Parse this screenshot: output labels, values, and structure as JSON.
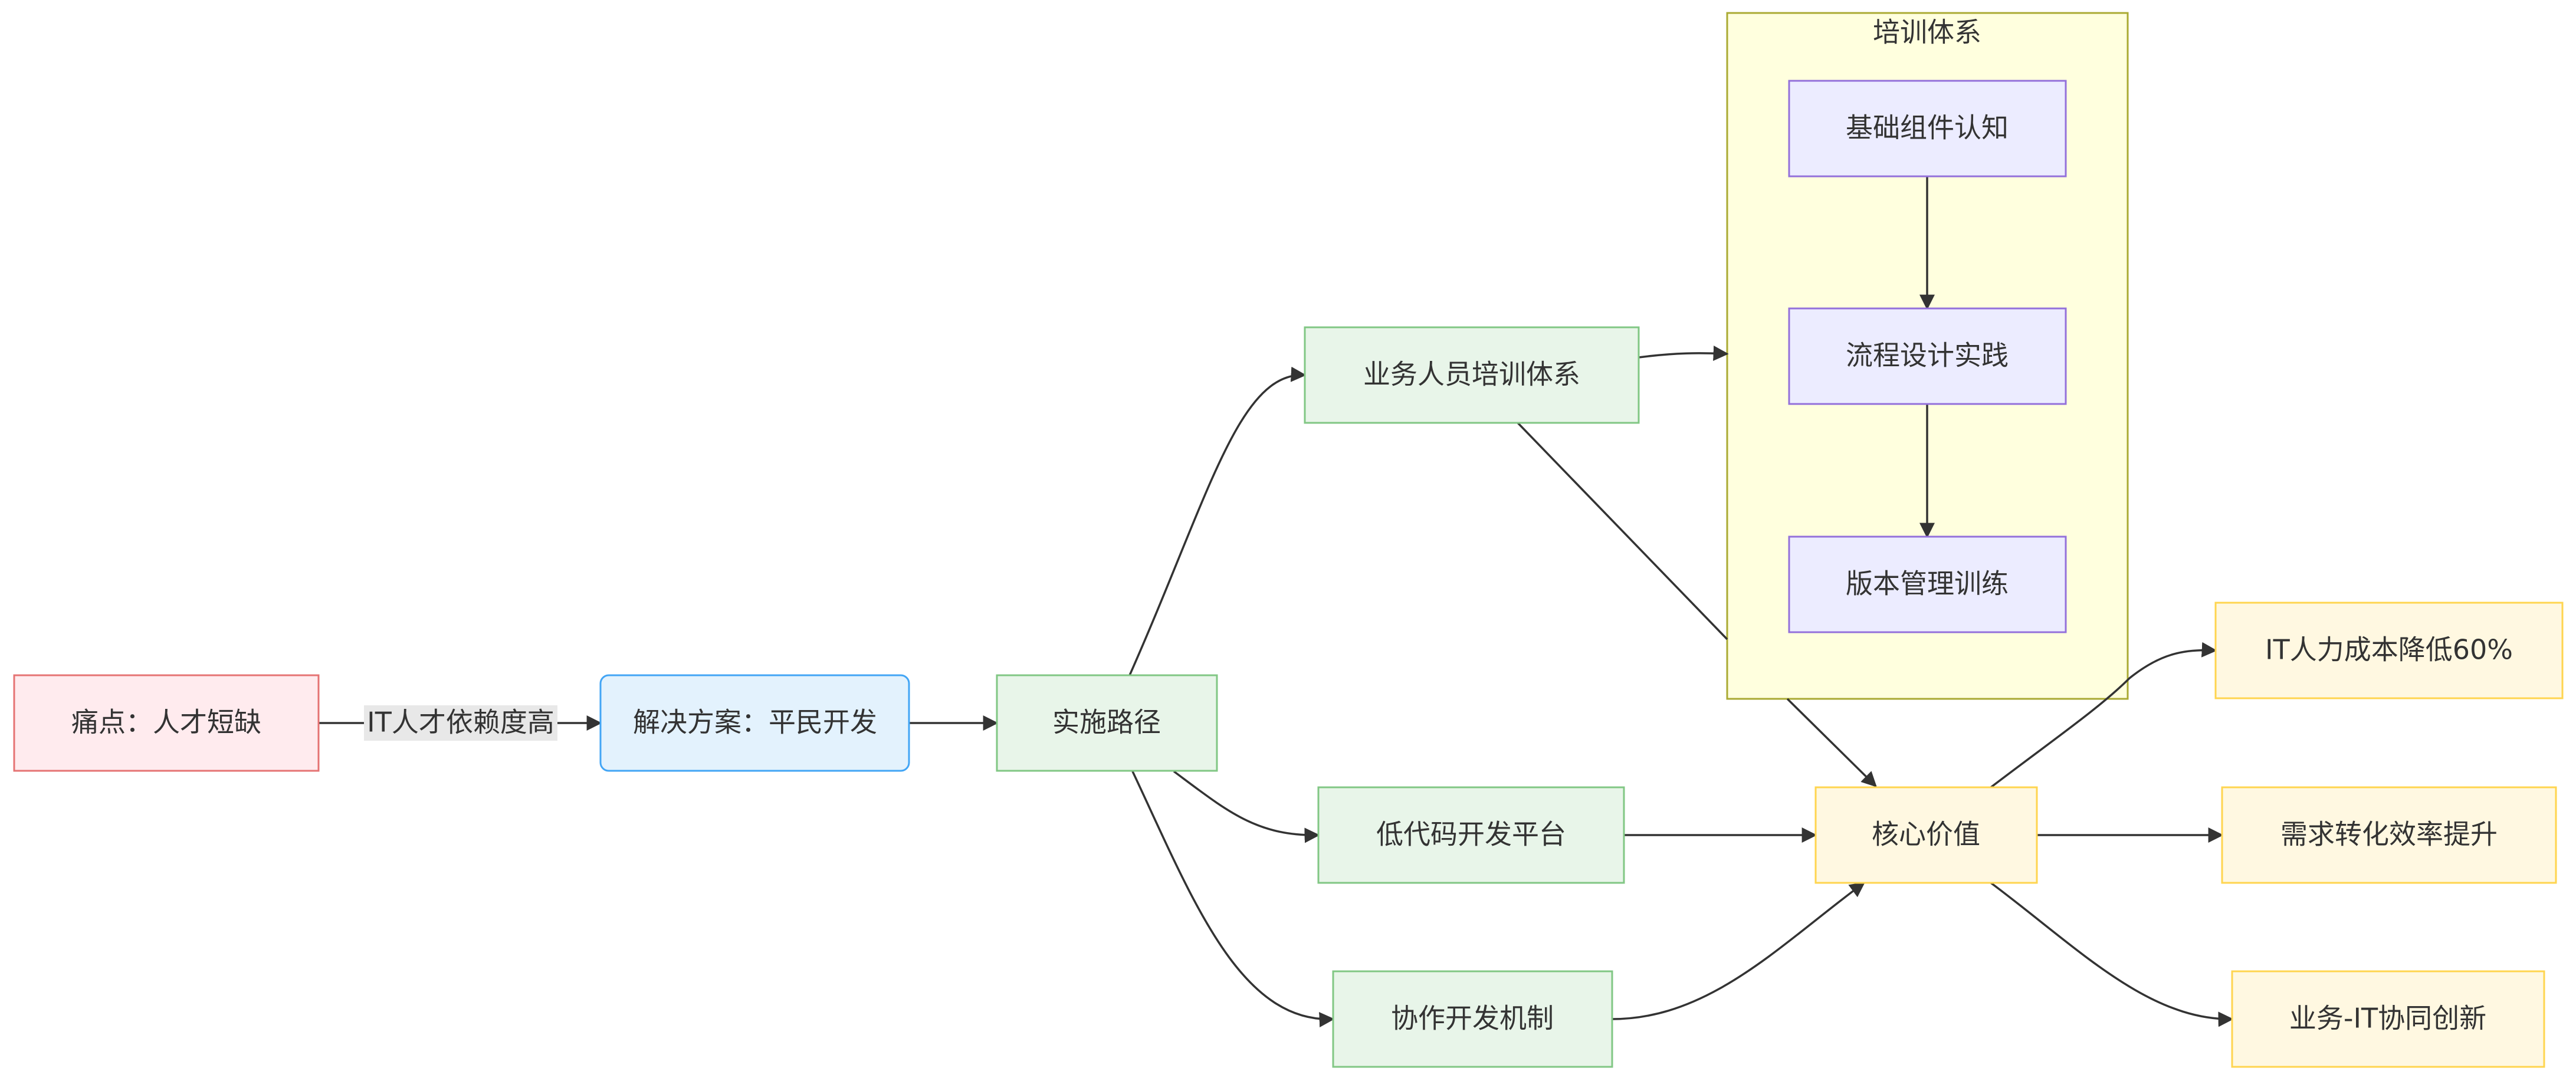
{
  "diagram": {
    "cluster": {
      "title": "培训体系",
      "fill": "#ffffde",
      "stroke": "#aaaa33"
    },
    "nodes": {
      "pain": {
        "label": "痛点：人才短缺",
        "fill": "#ffebee",
        "stroke": "#e57373"
      },
      "solution": {
        "label": "解决方案：平民开发",
        "fill": "#e3f2fd",
        "stroke": "#42a5f5"
      },
      "path": {
        "label": "实施路径",
        "fill": "#e8f5e9",
        "stroke": "#81c784"
      },
      "training": {
        "label": "业务人员培训体系",
        "fill": "#e8f5e9",
        "stroke": "#81c784"
      },
      "lowcode": {
        "label": "低代码开发平台",
        "fill": "#e8f5e9",
        "stroke": "#81c784"
      },
      "collab": {
        "label": "协作开发机制",
        "fill": "#e8f5e9",
        "stroke": "#81c784"
      },
      "basic": {
        "label": "基础组件认知",
        "fill": "#ececff",
        "stroke": "#9370db"
      },
      "process": {
        "label": "流程设计实践",
        "fill": "#ececff",
        "stroke": "#9370db"
      },
      "version": {
        "label": "版本管理训练",
        "fill": "#ececff",
        "stroke": "#9370db"
      },
      "core": {
        "label": "核心价值",
        "fill": "#fff8e1",
        "stroke": "#ffd54f"
      },
      "cost": {
        "label": "IT人力成本降低60%",
        "fill": "#fff8e1",
        "stroke": "#ffd54f"
      },
      "efficiency": {
        "label": "需求转化效率提升",
        "fill": "#fff8e1",
        "stroke": "#ffd54f"
      },
      "innovation": {
        "label": "业务-IT协同创新",
        "fill": "#fff8e1",
        "stroke": "#ffd54f"
      }
    },
    "edge_labels": {
      "pain_to_solution": "IT人才依赖度高"
    }
  }
}
